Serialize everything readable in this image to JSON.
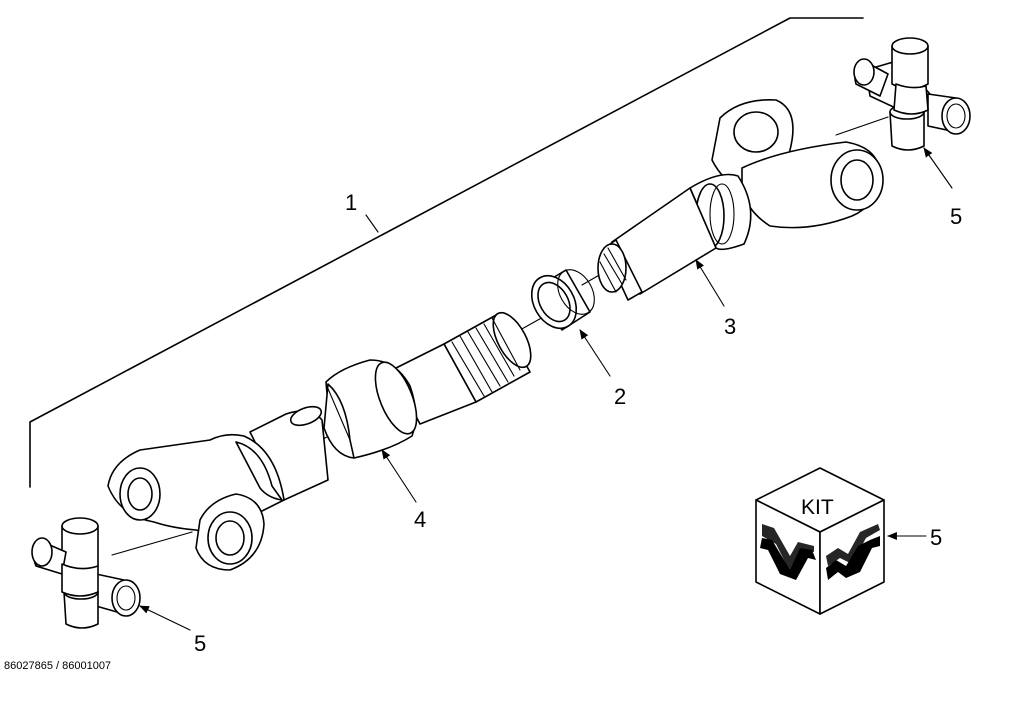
{
  "callouts": {
    "assembly": "1",
    "seal": "2",
    "slip_yoke": "3",
    "shaft": "4",
    "cross_top_right": "5",
    "cross_bottom_left": "5",
    "kit": "5"
  },
  "kit_box": {
    "label": "KIT"
  },
  "reference_code": "86027865 / 86001007"
}
